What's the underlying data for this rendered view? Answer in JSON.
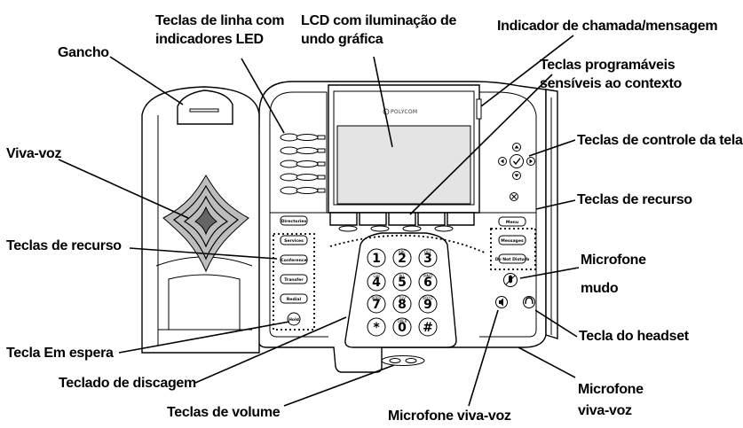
{
  "callouts": {
    "gancho": "Gancho",
    "linha_1": "Teclas de linha com",
    "linha_2": "indicadores LED",
    "lcd_1": "LCD com iluminação de",
    "lcd_2": "undo gráfica",
    "indicador": "Indicador de chamada/mensagem",
    "prog_1": "Teclas programáveis",
    "prog_2": "sensíveis ao contexto",
    "viva_voz": "Viva-voz",
    "controle": "Teclas de controle da tela",
    "recurso_dir": "Teclas de recurso",
    "recurso_esq": "Teclas de recurso",
    "mic_mudo_1": "Microfone",
    "mic_mudo_2": "mudo",
    "espera": "Tecla Em espera",
    "headset": "Tecla do headset",
    "discagem": "Teclado de discagem",
    "mic_vv_dir_1": "Microfone",
    "mic_vv_dir_2": "viva-voz",
    "volume": "Teclas de volume",
    "mic_vv_baixo": "Microfone viva-voz"
  },
  "phone": {
    "brand": "POLYCOM",
    "feature_left": [
      "Directories",
      "Services",
      "Conference",
      "Transfer",
      "Redial"
    ],
    "hold": "Hold",
    "feature_right": [
      "Menu",
      "Messages",
      "Do Not Disturb"
    ],
    "keypad": [
      {
        "digit": "1",
        "letters": ""
      },
      {
        "digit": "2",
        "letters": "ABC"
      },
      {
        "digit": "3",
        "letters": "DEF"
      },
      {
        "digit": "4",
        "letters": "GHI"
      },
      {
        "digit": "5",
        "letters": "JKL"
      },
      {
        "digit": "6",
        "letters": "MNO"
      },
      {
        "digit": "7",
        "letters": "PQRS"
      },
      {
        "digit": "8",
        "letters": "TUV"
      },
      {
        "digit": "9",
        "letters": "WXYZ"
      },
      {
        "digit": "*",
        "letters": ""
      },
      {
        "digit": "0",
        "letters": "OPER"
      },
      {
        "digit": "#",
        "letters": ""
      }
    ]
  }
}
